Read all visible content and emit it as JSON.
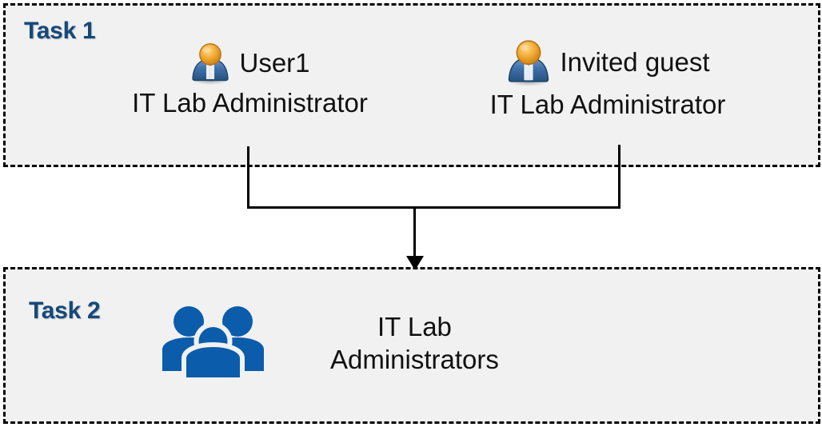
{
  "diagram": {
    "background_color": "#ffffff",
    "box_fill_color": "#f1f1f1",
    "box_border_color": "#000000",
    "label_color": "#15497a",
    "group_icon_color": "#0b5cab",
    "connector_color": "#000000"
  },
  "task1": {
    "label": "Task 1",
    "members": [
      {
        "icon": "user-icon",
        "name": "User1",
        "role": "IT Lab Administrator"
      },
      {
        "icon": "user-icon",
        "name": "Invited guest",
        "role": "IT Lab Administrator"
      }
    ]
  },
  "connector": {
    "type": "merge-arrow",
    "direction": "down",
    "arrowhead": "arrow-down-icon"
  },
  "task2": {
    "label": "Task 2",
    "group": {
      "icon": "people-group-icon",
      "name": "IT Lab\nAdministrators"
    }
  }
}
